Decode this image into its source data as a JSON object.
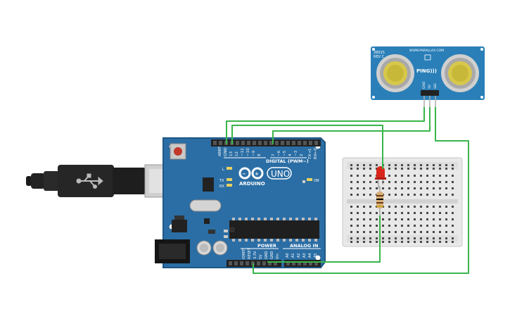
{
  "arduino": {
    "brand_text": "ARDUINO",
    "model_text": "UNO",
    "digital_label": "DIGITAL (PWM~)",
    "power_label": "POWER",
    "analog_label": "ANALOG IN",
    "aref_label": "AREF",
    "gnd_label": "GND",
    "pin_13": "13",
    "pin_12": "12",
    "pin_11": "~11",
    "pin_10": "~10",
    "pin_9": "~9",
    "pin_8": "8",
    "pin_7": "7",
    "pin_6": "~6",
    "pin_5": "~5",
    "pin_4": "4",
    "pin_3": "~3",
    "pin_2": "2",
    "pin_tx1": "TX→1",
    "pin_rx0": "RX←0",
    "led_l": "L",
    "led_tx": "TX",
    "led_rx": "RX",
    "led_on": "ON",
    "power_ioref": "IOREF",
    "power_reset": "RESET",
    "power_33v": "3.3V",
    "power_5v": "5V",
    "power_gnd1": "GND",
    "power_gnd2": "GND",
    "power_vin": "Vin",
    "analog_a0": "A0",
    "analog_a1": "A1",
    "analog_a2": "A2",
    "analog_a3": "A3",
    "analog_a4": "A4",
    "analog_a5": "A5"
  },
  "sensor": {
    "part_text": "28015",
    "rev_text": "REV C",
    "url_text": "WWW.PARALLAX.COM",
    "ping_text": "PING)))",
    "pin_gnd": "GND",
    "pin_5v": "5V",
    "pin_sig": "SIG"
  },
  "colors": {
    "board_blue": "#2b6ea5",
    "board_dark": "#1f5784",
    "wire_green": "#3ab54a",
    "header_black": "#222222",
    "sensor_blue": "#2a7fb8",
    "led_red": "#d9261c",
    "breadboard": "#e8e8e8"
  },
  "icons": [
    "usb-icon",
    "arduino-infinity-logo-icon",
    "reset-button-icon"
  ]
}
